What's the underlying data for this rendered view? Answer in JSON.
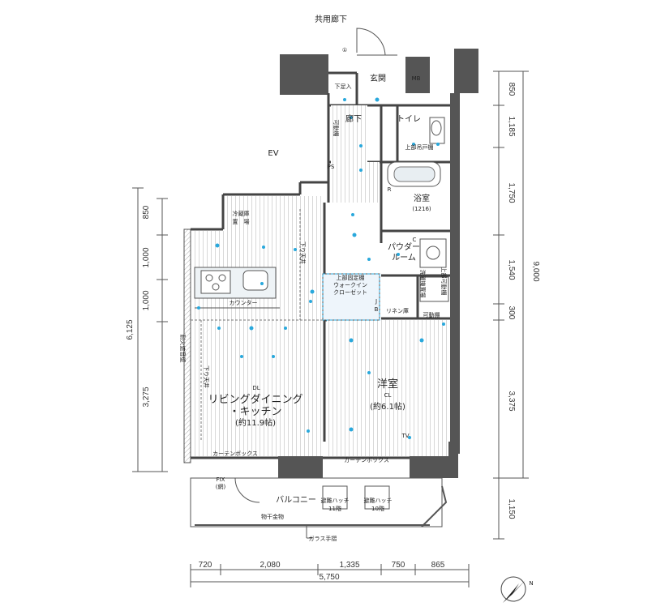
{
  "plan": {
    "corridor": "共用廊下",
    "entrance": "玄関",
    "mb": "MB",
    "shoe_box": "下足入",
    "hallway": "廊下",
    "toilet": "トイレ",
    "upper_cabinet": "上部吊戸棚",
    "movable_shelf_v": "可動棚",
    "ev": "EV",
    "ps": "PS",
    "bathroom": "浴室",
    "bath_size": "(1216)",
    "powder_room_1": "パウダー",
    "powder_room_2": "ルーム",
    "fridge_1": "冷蔵庫",
    "fridge_2": "置　場",
    "drop_ceiling": "下り天井",
    "counter": "カウンター",
    "wic_upper": "上部固定棚",
    "wic_1": "ウォークイン",
    "wic_2": "クローゼット",
    "linen": "リネン庫",
    "movable_shelf": "可動棚",
    "laundry": "洗濯機置場",
    "upper_shelf_small": "上部可動棚",
    "fireproof_wall": "耐火遮音壁",
    "ldk_1": "リビングダイニング",
    "ldk_2": "・キッチン",
    "ldk_size": "(約11.9帖)",
    "western": "洋室",
    "western_size": "(約6.1帖)",
    "curtain_box": "カーテンボックス",
    "curtain_box2": "カーテンボックス",
    "balcony": "バルコニー",
    "fix": "FIX",
    "fix_mark": "(網)",
    "hatch_left": "避難ハッチ",
    "hatch_left_no": "11階",
    "hatch_right": "避難ハッチ",
    "hatch_right_no": "10階",
    "clothesline": "物干金物",
    "glass_rail": "ガラス手摺",
    "north": "N",
    "dl": "DL",
    "cl": "CL",
    "mark_1": "①",
    "mark_r": "R",
    "mark_c": "C",
    "mark_j": "J",
    "mark_b": "B",
    "mark_tv": "TV"
  },
  "dimensions": {
    "right_segments": [
      "850",
      "1,185",
      "1,750",
      "1,540",
      "300",
      "3,375",
      "1,150"
    ],
    "right_total": "9,000",
    "left_segments": [
      "850",
      "1,000",
      "1,000",
      "3,275"
    ],
    "left_total": "6,125",
    "bottom_segments": [
      "720",
      "2,080",
      "1,335",
      "750",
      "865"
    ],
    "bottom_total": "5,750"
  }
}
